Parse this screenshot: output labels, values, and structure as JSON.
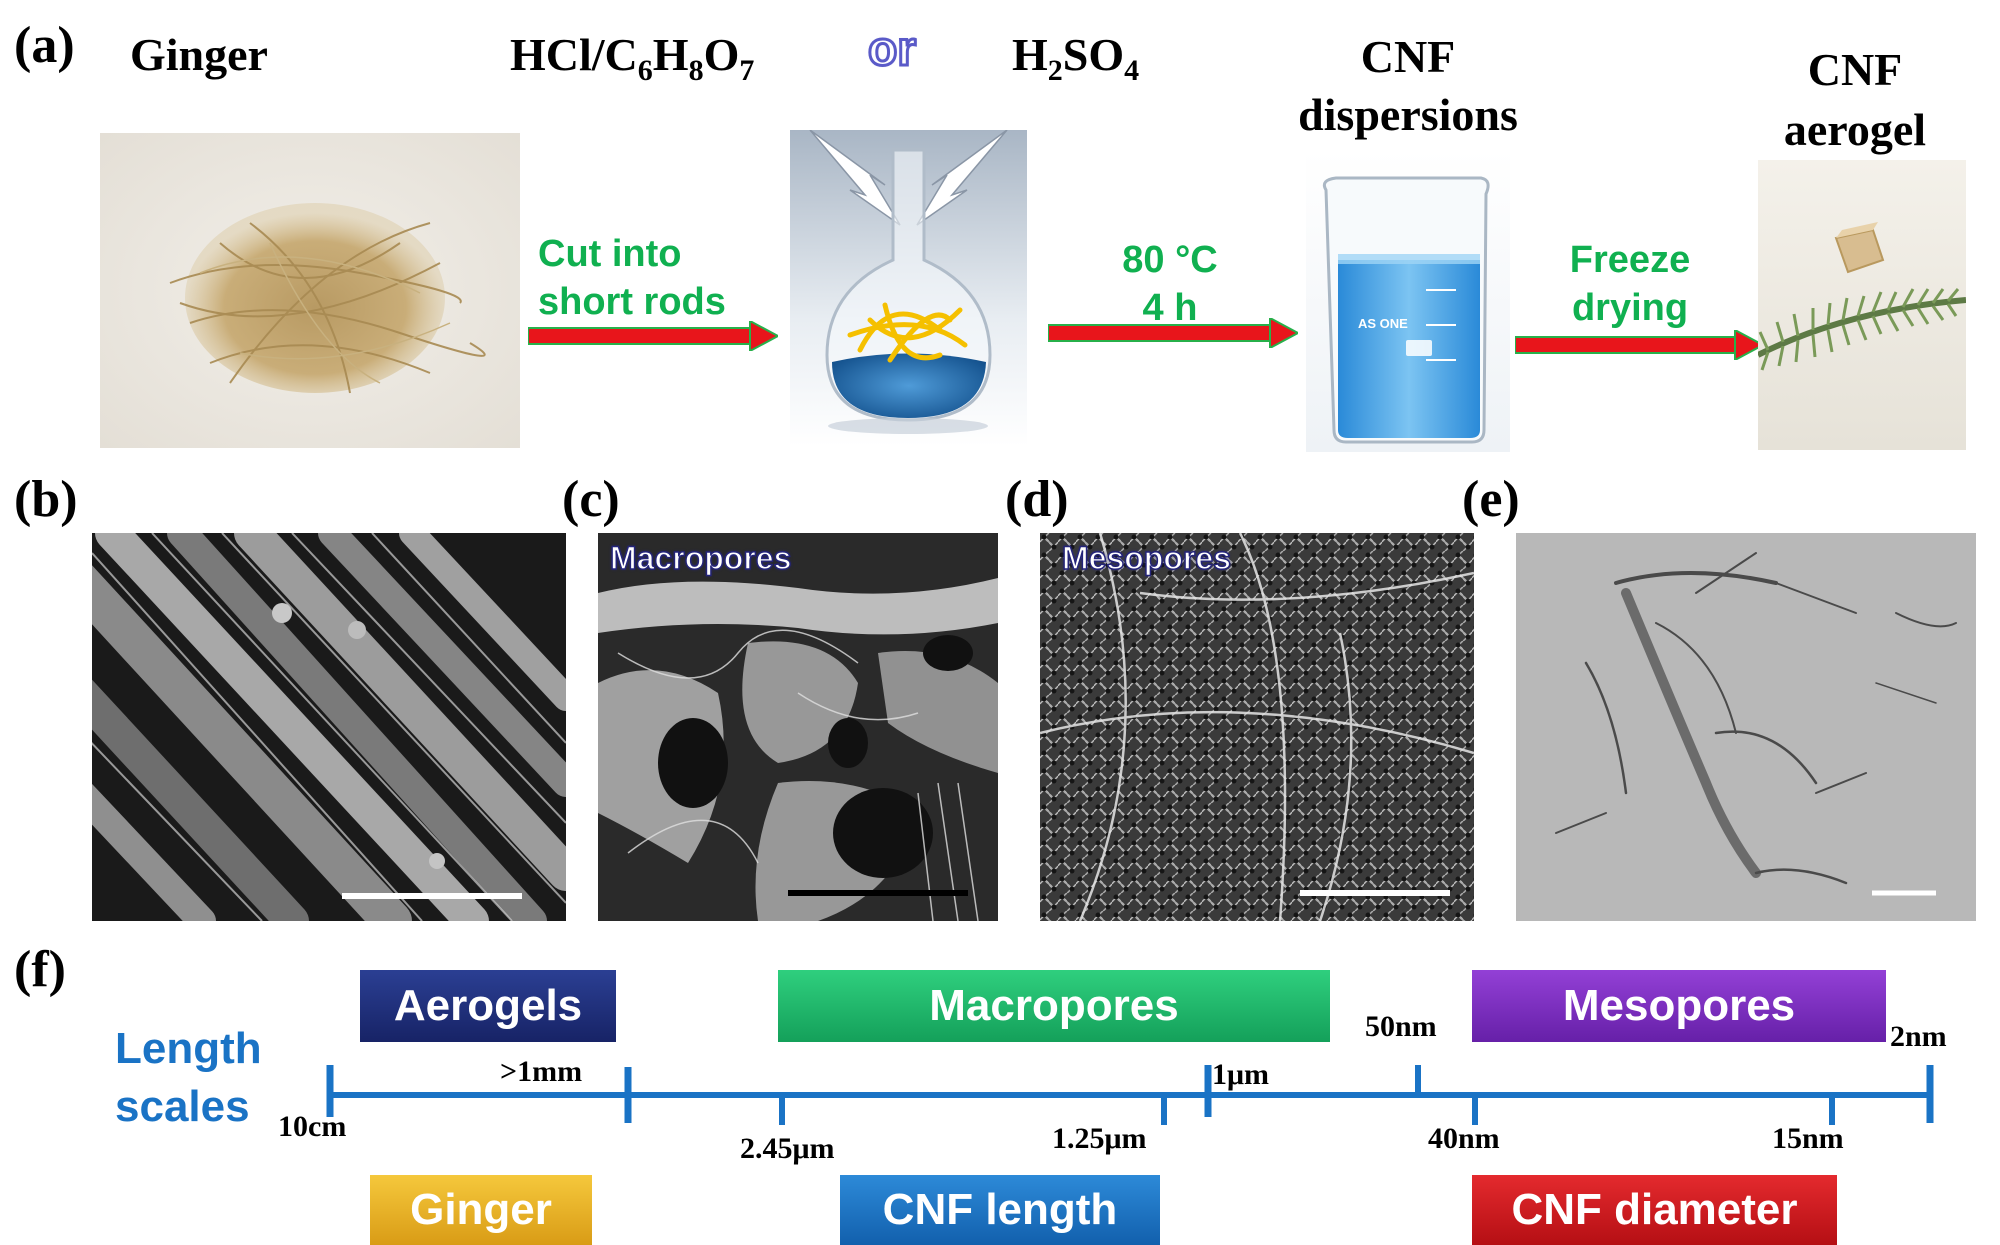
{
  "panel_a": {
    "label": "(a)",
    "ginger_title": "Ginger",
    "acid1_base": "HCl/C",
    "acid1_sub1": "6",
    "acid1_mid1": "H",
    "acid1_sub2": "8",
    "acid1_mid2": "O",
    "acid1_sub3": "7",
    "or": "or",
    "acid2_base": "H",
    "acid2_sub1": "2",
    "acid2_mid": "SO",
    "acid2_sub2": "4",
    "cnf_disp_line1": "CNF",
    "cnf_disp_line2": "dispersions",
    "cnf_aero_line1": "CNF",
    "cnf_aero_line2": "aerogel",
    "step1_line1": "Cut into",
    "step1_line2": "short rods",
    "step2_line1": "80 °C",
    "step2_line2": "4 h",
    "step3_line1": "Freeze",
    "step3_line2": "drying",
    "beaker_brand": "AS ONE"
  },
  "panel_b": {
    "label": "(b)"
  },
  "panel_c": {
    "label": "(c)",
    "tag": "Macropores"
  },
  "panel_d": {
    "label": "(d)",
    "tag": "Mesopores"
  },
  "panel_e": {
    "label": "(e)"
  },
  "panel_f": {
    "label": "(f)",
    "axis_title_line1": "Length",
    "axis_title_line2": "scales",
    "boxes": {
      "aerogels": "Aerogels",
      "macropores": "Macropores",
      "mesopores": "Mesopores",
      "ginger": "Ginger",
      "cnf_length": "CNF length",
      "cnf_diameter": "CNF diameter"
    },
    "ticks": {
      "t10cm": "10cm",
      "t1mm": ">1mm",
      "t245": "2.45μm",
      "t125": "1.25μm",
      "t1um": "1μm",
      "t50nm": "50nm",
      "t40nm": "40nm",
      "t15nm": "15nm",
      "t2nm": "2nm"
    }
  },
  "colors": {
    "arrow_red": "#e8151b",
    "arrow_green_edge": "#27b04a",
    "step_text": "#10b050",
    "axis_blue": "#1a73c5",
    "aerogels_box": "#1e2f7c",
    "macropores_box": "#1fb86a",
    "mesopores_box": "#7b2cc0",
    "ginger_box": "#e9b22a",
    "cnf_length_box": "#1c74c6",
    "cnf_diameter_box": "#d4181d",
    "or_color": "#5a5ac8"
  }
}
